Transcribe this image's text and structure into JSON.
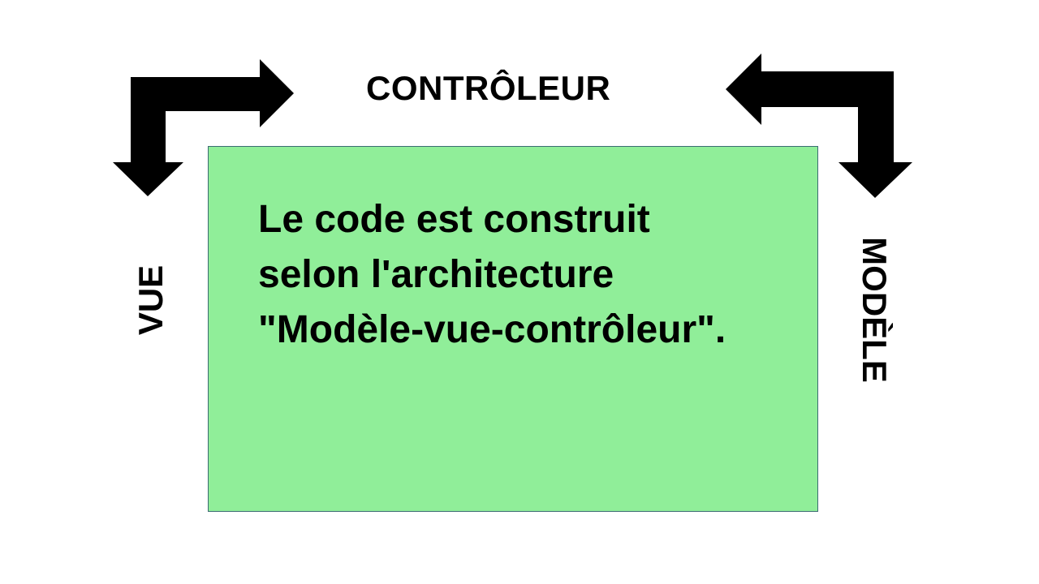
{
  "labels": {
    "top": "CONTRÔLEUR",
    "left": "VUE",
    "right": "MODÈLE"
  },
  "box": {
    "lines": [
      "Le code est construit",
      "selon l'architecture",
      "\"Modèle-vue-contrôleur\"."
    ],
    "fill_color": "#90ee99",
    "border_color": "#3b6b72"
  },
  "arrows": [
    {
      "name": "vue-to-controleur-arrow",
      "color": "#000000"
    },
    {
      "name": "controleur-to-modele-arrow",
      "color": "#000000"
    }
  ]
}
